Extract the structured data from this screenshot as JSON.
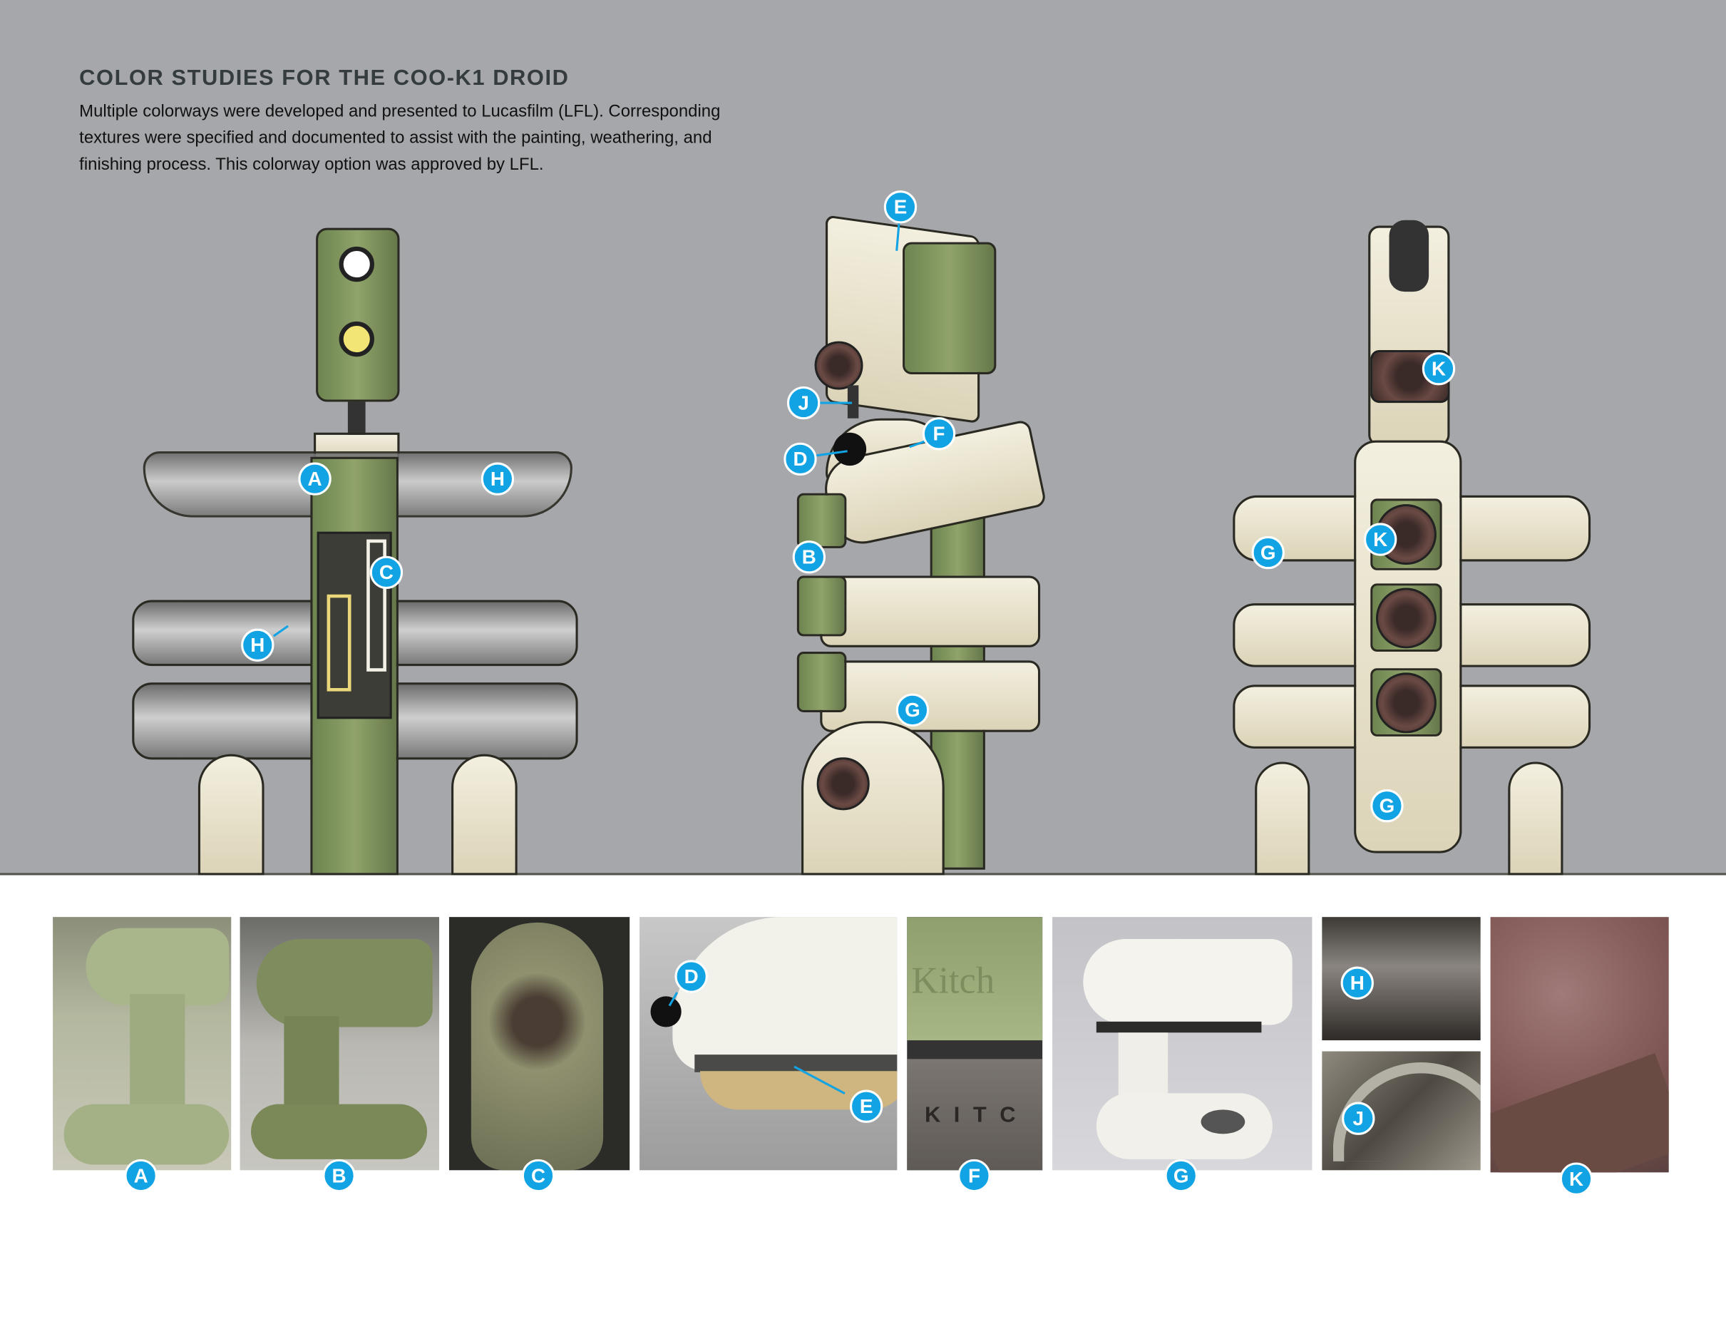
{
  "header": {
    "title": "COLOR STUDIES FOR THE COO-K1 DROID",
    "description": "Multiple colorways were developed and presented to Lucasfilm (LFL). Corresponding textures were specified and documented to assist with the painting, weathering, and finishing process. This colorway option was approved by LFL."
  },
  "droid_labels": {
    "front": [
      "A",
      "H",
      "C",
      "H"
    ],
    "side": [
      "E",
      "J",
      "D",
      "F",
      "B",
      "G"
    ],
    "back": [
      "K",
      "K",
      "G",
      "G"
    ]
  },
  "photo_labels": [
    "A",
    "B",
    "C",
    "D",
    "E",
    "F",
    "G",
    "H",
    "J",
    "K"
  ],
  "photo_text": {
    "f_top": "Kitch",
    "f_bottom": "KITC"
  },
  "colors": {
    "accent": "#11a3e3",
    "background": "#a6a7ab",
    "green": "#7e945c",
    "cream": "#efe9d6"
  }
}
